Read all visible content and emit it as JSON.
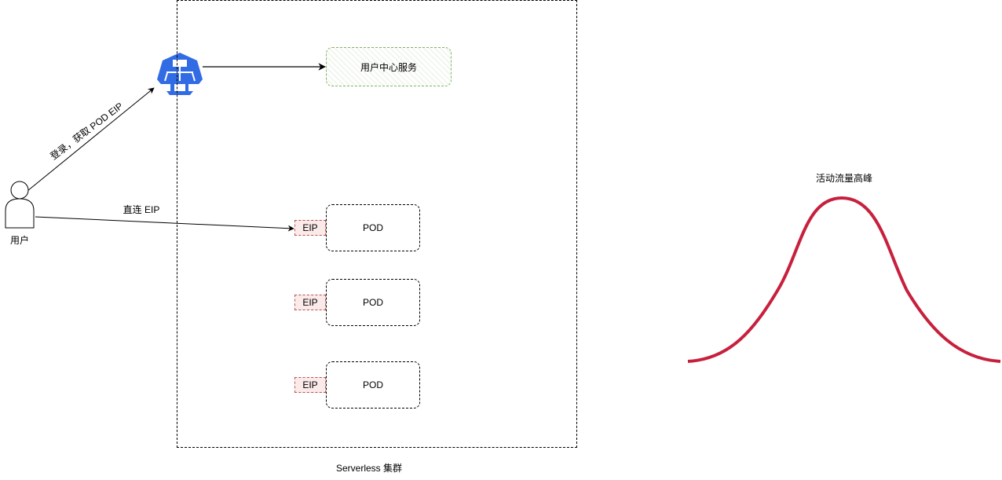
{
  "diagram": {
    "cluster": {
      "label": "Serverless 集群"
    },
    "gateway": {
      "icon": "kubernetes-ingress-icon",
      "color": "#326ce5"
    },
    "service": {
      "label": "用户中心服务",
      "border_color": "#82b366"
    },
    "pods": [
      {
        "pod_label": "POD",
        "eip_label": "EIP"
      },
      {
        "pod_label": "POD",
        "eip_label": "EIP"
      },
      {
        "pod_label": "POD",
        "eip_label": "EIP"
      }
    ],
    "user": {
      "label": "用户",
      "icon": "user-icon"
    },
    "edges": {
      "login_label": "登录，获取 POD EIP",
      "direct_label": "直连 EIP"
    },
    "peak": {
      "label": "活动流量高峰",
      "curve_color": "#c7203d"
    }
  }
}
